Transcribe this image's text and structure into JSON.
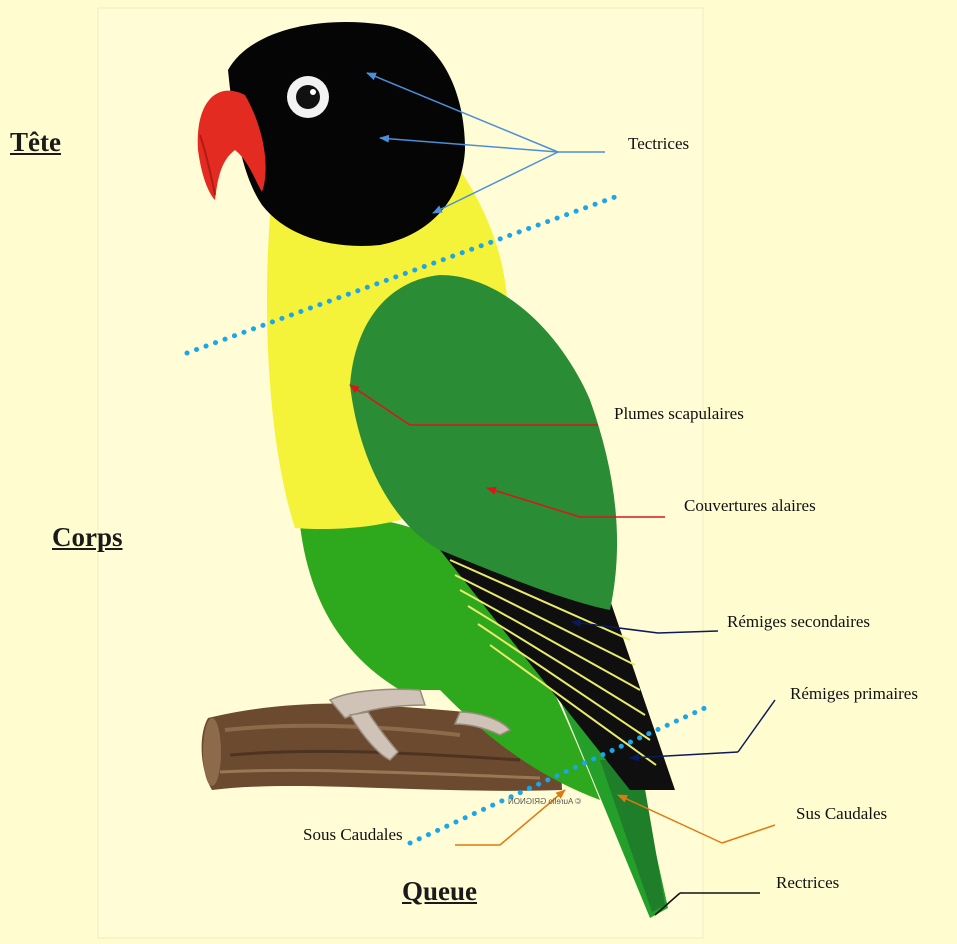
{
  "sections": {
    "head": "Tête",
    "body": "Corps",
    "tail": "Queue"
  },
  "callouts": {
    "tectrices": "Tectrices",
    "scapulaires": "Plumes scapulaires",
    "couvertures": "Couvertures alaires",
    "remiges_secondaires": "Rémiges secondaires",
    "remiges_primaires": "Rémiges primaires",
    "sus_caudales": "Sus Caudales",
    "sous_caudales": "Sous Caudales",
    "rectrices": "Rectrices"
  },
  "watermark": "© Aurelio GRIGNON",
  "colors": {
    "background": "#fffdd0",
    "head_black": "#050505",
    "neck_yellow": "#f5f23a",
    "wing_green": "#2a8c35",
    "belly_green": "#2ea81c",
    "beak_red": "#e32b22",
    "branch_brown": "#6b4a30",
    "divider_dotted": "#1ca6e8",
    "leader_blue": "#4a8fd8",
    "leader_red": "#d81818",
    "leader_navy": "#0a1a5a",
    "leader_orange": "#e07a10"
  }
}
